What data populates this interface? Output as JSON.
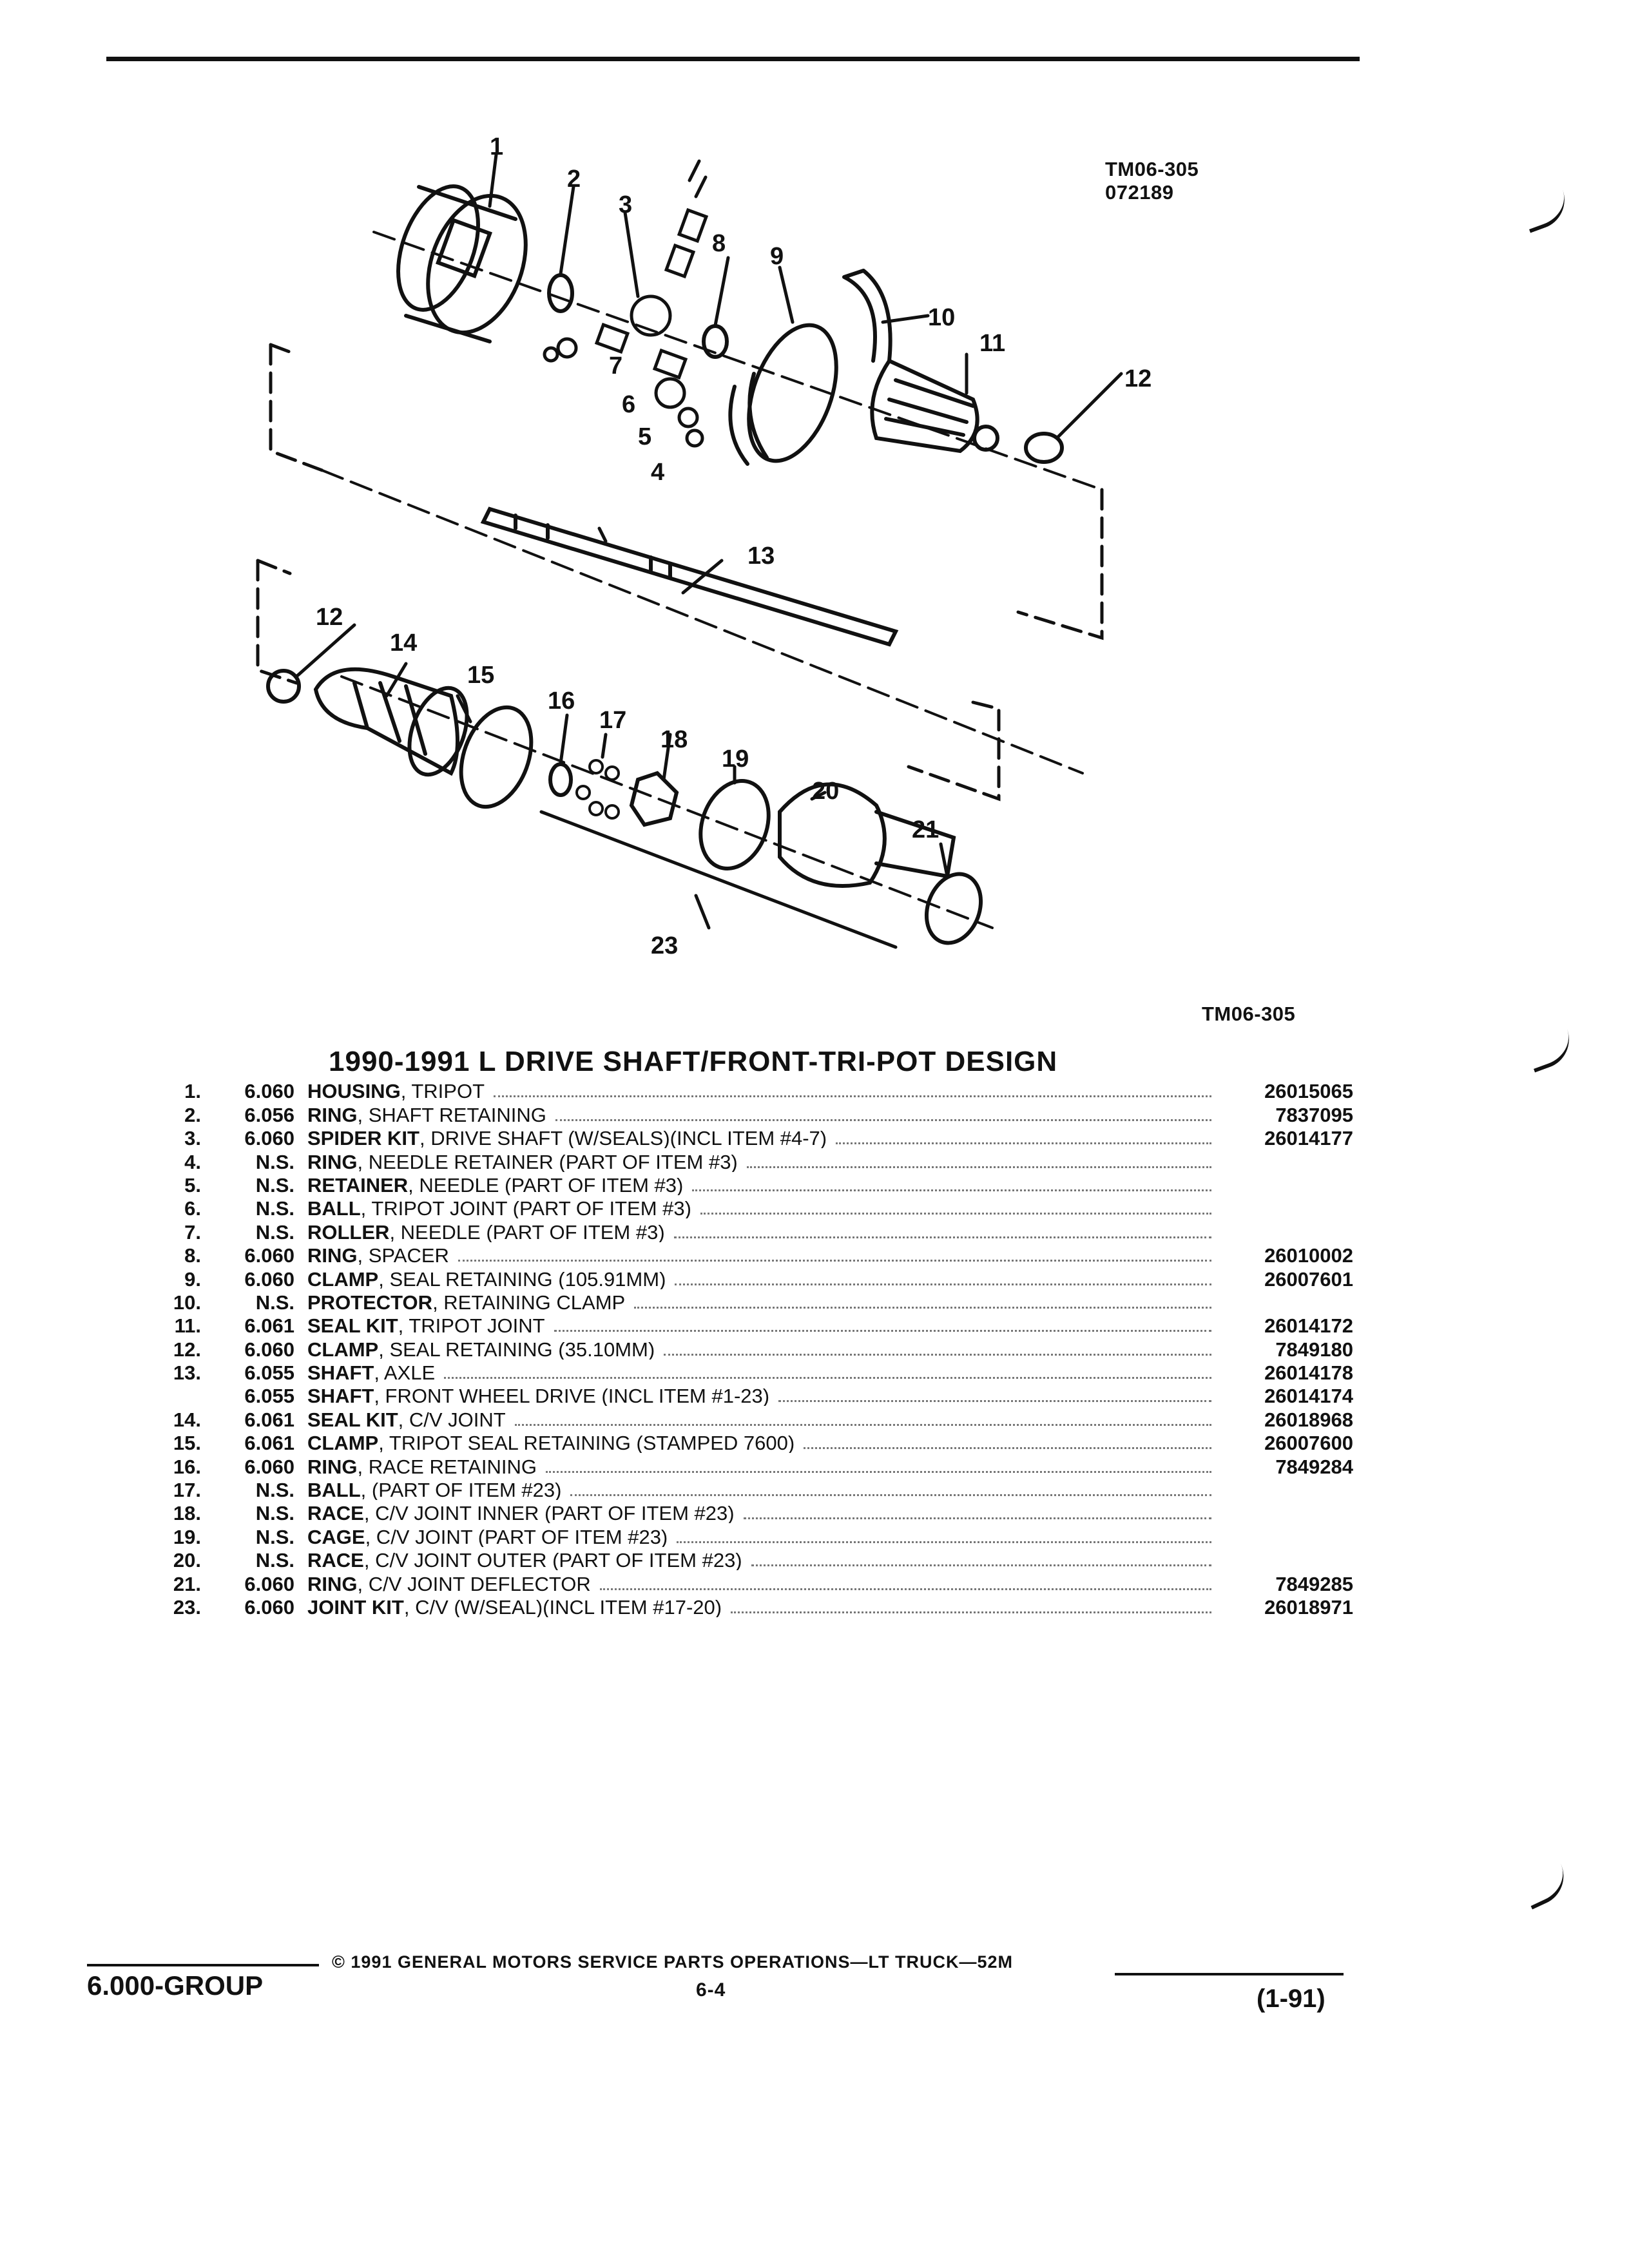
{
  "drawing_code": "TM06-305",
  "drawing_date": "072189",
  "figure_code_bottom": "TM06-305",
  "title": "1990-1991 L DRIVE SHAFT/FRONT-TRI-POT DESIGN",
  "callouts": [
    "1",
    "2",
    "3",
    "4",
    "5",
    "6",
    "7",
    "8",
    "9",
    "10",
    "11",
    "12",
    "12",
    "13",
    "14",
    "15",
    "16",
    "17",
    "18",
    "19",
    "20",
    "21",
    "23"
  ],
  "parts": [
    {
      "item": "1.",
      "group": "6.060",
      "name": "HOUSING",
      "desc": ", TRIPOT",
      "part": "26015065"
    },
    {
      "item": "2.",
      "group": "6.056",
      "name": "RING",
      "desc": ", SHAFT RETAINING",
      "part": "7837095"
    },
    {
      "item": "3.",
      "group": "6.060",
      "name": "SPIDER KIT",
      "desc": ", DRIVE SHAFT (W/SEALS)(INCL ITEM #4-7)",
      "part": "26014177"
    },
    {
      "item": "4.",
      "group": "N.S.",
      "name": "RING",
      "desc": ", NEEDLE RETAINER (PART OF ITEM #3)",
      "part": ""
    },
    {
      "item": "5.",
      "group": "N.S.",
      "name": "RETAINER",
      "desc": ", NEEDLE (PART OF ITEM #3)",
      "part": ""
    },
    {
      "item": "6.",
      "group": "N.S.",
      "name": "BALL",
      "desc": ", TRIPOT JOINT (PART OF ITEM #3)",
      "part": ""
    },
    {
      "item": "7.",
      "group": "N.S.",
      "name": "ROLLER",
      "desc": ", NEEDLE (PART OF ITEM #3)",
      "part": ""
    },
    {
      "item": "8.",
      "group": "6.060",
      "name": "RING",
      "desc": ", SPACER",
      "part": "26010002"
    },
    {
      "item": "9.",
      "group": "6.060",
      "name": "CLAMP",
      "desc": ", SEAL RETAINING (105.91MM)",
      "part": "26007601"
    },
    {
      "item": "10.",
      "group": "N.S.",
      "name": "PROTECTOR",
      "desc": ", RETAINING CLAMP",
      "part": ""
    },
    {
      "item": "11.",
      "group": "6.061",
      "name": "SEAL KIT",
      "desc": ", TRIPOT JOINT",
      "part": "26014172"
    },
    {
      "item": "12.",
      "group": "6.060",
      "name": "CLAMP",
      "desc": ", SEAL RETAINING (35.10MM)",
      "part": "7849180"
    },
    {
      "item": "13.",
      "group": "6.055",
      "name": "SHAFT",
      "desc": ", AXLE",
      "part": "26014178"
    },
    {
      "item": "",
      "group": "6.055",
      "name": "SHAFT",
      "desc": ", FRONT WHEEL DRIVE (INCL ITEM #1-23)",
      "part": "26014174"
    },
    {
      "item": "14.",
      "group": "6.061",
      "name": "SEAL KIT",
      "desc": ", C/V JOINT",
      "part": "26018968"
    },
    {
      "item": "15.",
      "group": "6.061",
      "name": "CLAMP",
      "desc": ", TRIPOT SEAL RETAINING (STAMPED 7600)",
      "part": "26007600"
    },
    {
      "item": "16.",
      "group": "6.060",
      "name": "RING",
      "desc": ", RACE RETAINING",
      "part": "7849284"
    },
    {
      "item": "17.",
      "group": "N.S.",
      "name": "BALL",
      "desc": ", (PART OF ITEM #23)",
      "part": ""
    },
    {
      "item": "18.",
      "group": "N.S.",
      "name": "RACE",
      "desc": ", C/V JOINT INNER (PART OF ITEM #23)",
      "part": ""
    },
    {
      "item": "19.",
      "group": "N.S.",
      "name": "CAGE",
      "desc": ", C/V JOINT (PART OF ITEM #23)",
      "part": ""
    },
    {
      "item": "20.",
      "group": "N.S.",
      "name": "RACE",
      "desc": ", C/V JOINT OUTER (PART OF ITEM #23)",
      "part": ""
    },
    {
      "item": "21.",
      "group": "6.060",
      "name": "RING",
      "desc": ", C/V JOINT DEFLECTOR",
      "part": "7849285"
    },
    {
      "item": "23.",
      "group": "6.060",
      "name": "JOINT KIT",
      "desc": ", C/V (W/SEAL)(INCL ITEM #17-20)",
      "part": "26018971"
    }
  ],
  "footer": {
    "group": "6.000-GROUP",
    "copyright": "© 1991 GENERAL MOTORS SERVICE PARTS OPERATIONS—LT TRUCK—52M",
    "page": "6-4",
    "revision": "(1-91)"
  }
}
